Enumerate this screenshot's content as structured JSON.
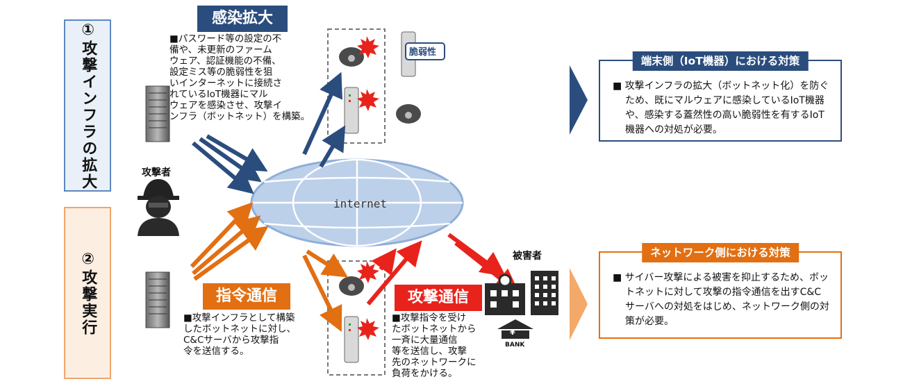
{
  "colors": {
    "blue": "#2b4d7e",
    "orange": "#e26f12",
    "red": "#e8231c",
    "side_blue_border": "#5b87bf",
    "side_orange_border": "#f0a56b",
    "globe": "#bcd0ea"
  },
  "side": {
    "top": "①攻撃インフラの拡大",
    "bottom": "②攻撃実行"
  },
  "badges": {
    "infection": "感染拡大",
    "command": "指令通信",
    "attack": "攻撃通信"
  },
  "texts": {
    "infection": "■パスワード等の設定の不\n備や、未更新のファーム\nウェア、認証機能の不備、\n設定ミス等の脆弱性を狙\nいインターネットに接続さ\nれているIoT機器にマル\nウェアを感染させ、攻撃イ\nンフラ（ボットネット）を構築。",
    "command": "■攻撃インフラとして構築\nしたボットネットに対し、\nC&Cサーバから攻撃指\n令を送信する。",
    "attack": "■攻撃指令を受け\nたボットネットから\n一斉に大量通信\n等を送信し、攻撃\n先のネットワークに\n負荷をかける。"
  },
  "labels": {
    "attacker": "攻撃者",
    "victim": "被害者",
    "vulnerable": "脆弱性",
    "internet": "internet",
    "bank": "BANK",
    "yen": "¥"
  },
  "panels": {
    "device": {
      "title": "端末側（IoT機器）における対策",
      "body": "■ 攻撃インフラの拡大（ボットネット化）を防ぐため、既にマルウェアに感染しているIoT機器や、感染する蓋然性の高い脆弱性を有するIoT機器への対処が必要。"
    },
    "network": {
      "title": "ネットワーク側における対策",
      "body": "■ サイバー攻撃による被害を抑止するため、ボットネットに対して攻撃の指令通信を出すC&Cサーバへの対処をはじめ、ネットワーク側の対策が必要。"
    }
  }
}
